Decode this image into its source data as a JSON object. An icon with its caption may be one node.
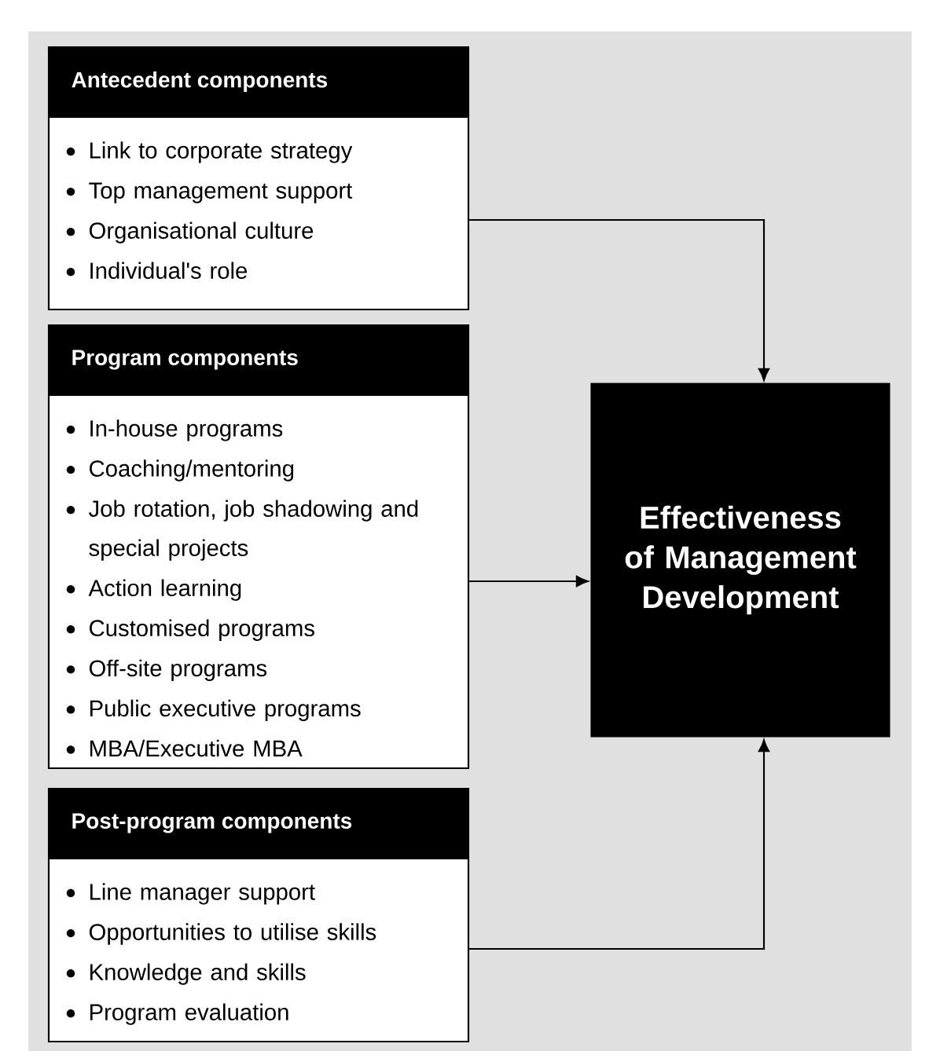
{
  "diagram": {
    "nodes": [
      {
        "text": [
          "Antecedent components",
          "Link to corporate strategy",
          "Top management support",
          "Organisational culture",
          "Individual's role"
        ]
      },
      {
        "text": [
          "Program components",
          "In-house programs",
          "Coaching/mentoring",
          "Job rotation, job shadowing and special projects",
          "Action learning",
          "Customised programs",
          "Off-site programs",
          "Public executive programs",
          "MBA/Executive MBA"
        ]
      },
      {
        "text": [
          "Post-program components",
          "Line manager support",
          "Opportunities to utilise skills",
          "Knowledge and skills",
          "Program evaluation"
        ]
      },
      {
        "text": [
          "Effectiveness of Management Development"
        ]
      }
    ],
    "edges": [
      {
        "from": 0,
        "to": 3,
        "arrow": "to"
      },
      {
        "from": 1,
        "to": 3,
        "arrow": "to"
      },
      {
        "from": 2,
        "to": 3,
        "arrow": "to"
      }
    ]
  }
}
